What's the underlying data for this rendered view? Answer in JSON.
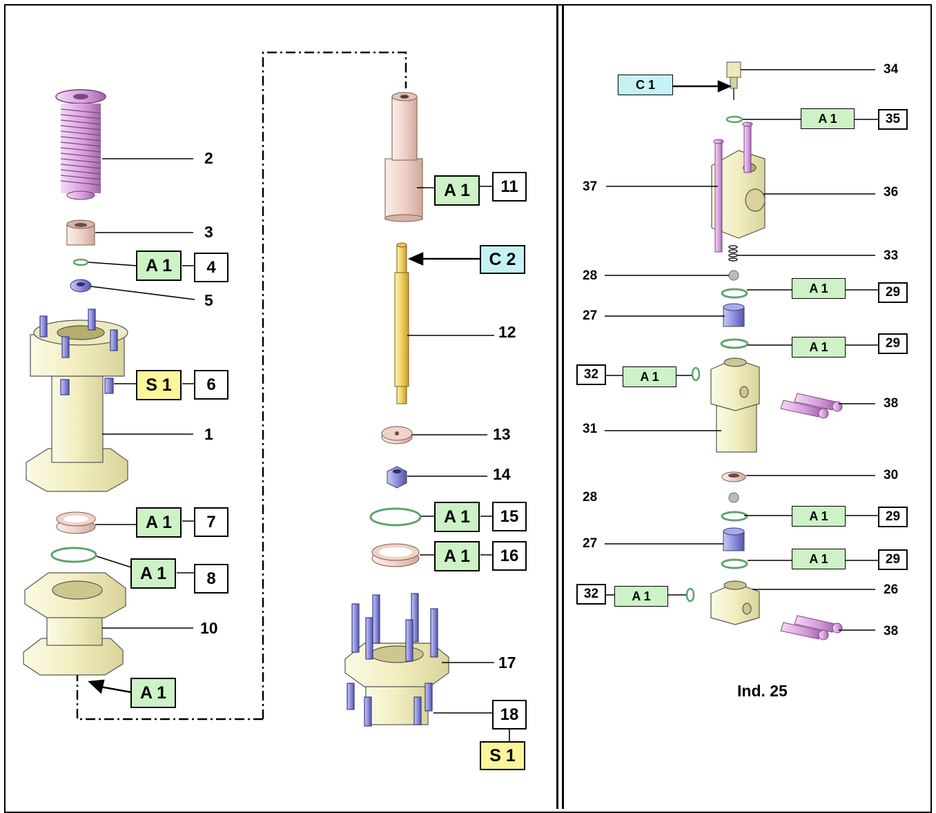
{
  "caption": "Ind. 25",
  "colors": {
    "green_tag": "#cdf2c6",
    "yellow_tag": "#fcf59a",
    "cyan_tag": "#c6f2f6",
    "body_yellow": "#f3f0c6",
    "pink_part": "#d9a3e0",
    "salmon_part": "#eccdc3",
    "blue_part": "#8e90dc",
    "gold_part": "#f2cf62",
    "oring_green": "#5ea36c"
  },
  "left_panel": {
    "labels": {
      "p1": "1",
      "p2": "2",
      "p3": "3",
      "p4": "4",
      "p5": "5",
      "p6": "6",
      "p7": "7",
      "p8": "8",
      "p10": "10",
      "p11": "11",
      "p12": "12",
      "p13": "13",
      "p14": "14",
      "p15": "15",
      "p16": "16",
      "p17": "17",
      "p18": "18"
    },
    "tags": {
      "t4": "A 1",
      "t6": "S 1",
      "t7": "A 1",
      "t8": "A 1",
      "t10": "A 1",
      "t11": "A 1",
      "t12": "C 2",
      "t15": "A 1",
      "t16": "A 1",
      "t18": "S 1"
    }
  },
  "right_panel": {
    "labels": {
      "p34": "34",
      "p35": "35",
      "p37": "37",
      "p36": "36",
      "p33": "33",
      "p28a": "28",
      "p29a": "29",
      "p27a": "27",
      "p29b": "29",
      "p32a": "32",
      "p38a": "38",
      "p31": "31",
      "p30": "30",
      "p28b": "28",
      "p29c": "29",
      "p27b": "27",
      "p29d": "29",
      "p32b": "32",
      "p26": "26",
      "p38b": "38"
    },
    "tags": {
      "t34": "C 1",
      "t35": "A 1",
      "t29a": "A 1",
      "t29b": "A 1",
      "t32a": "A 1",
      "t29c": "A 1",
      "t29d": "A 1",
      "t32b": "A 1"
    }
  }
}
